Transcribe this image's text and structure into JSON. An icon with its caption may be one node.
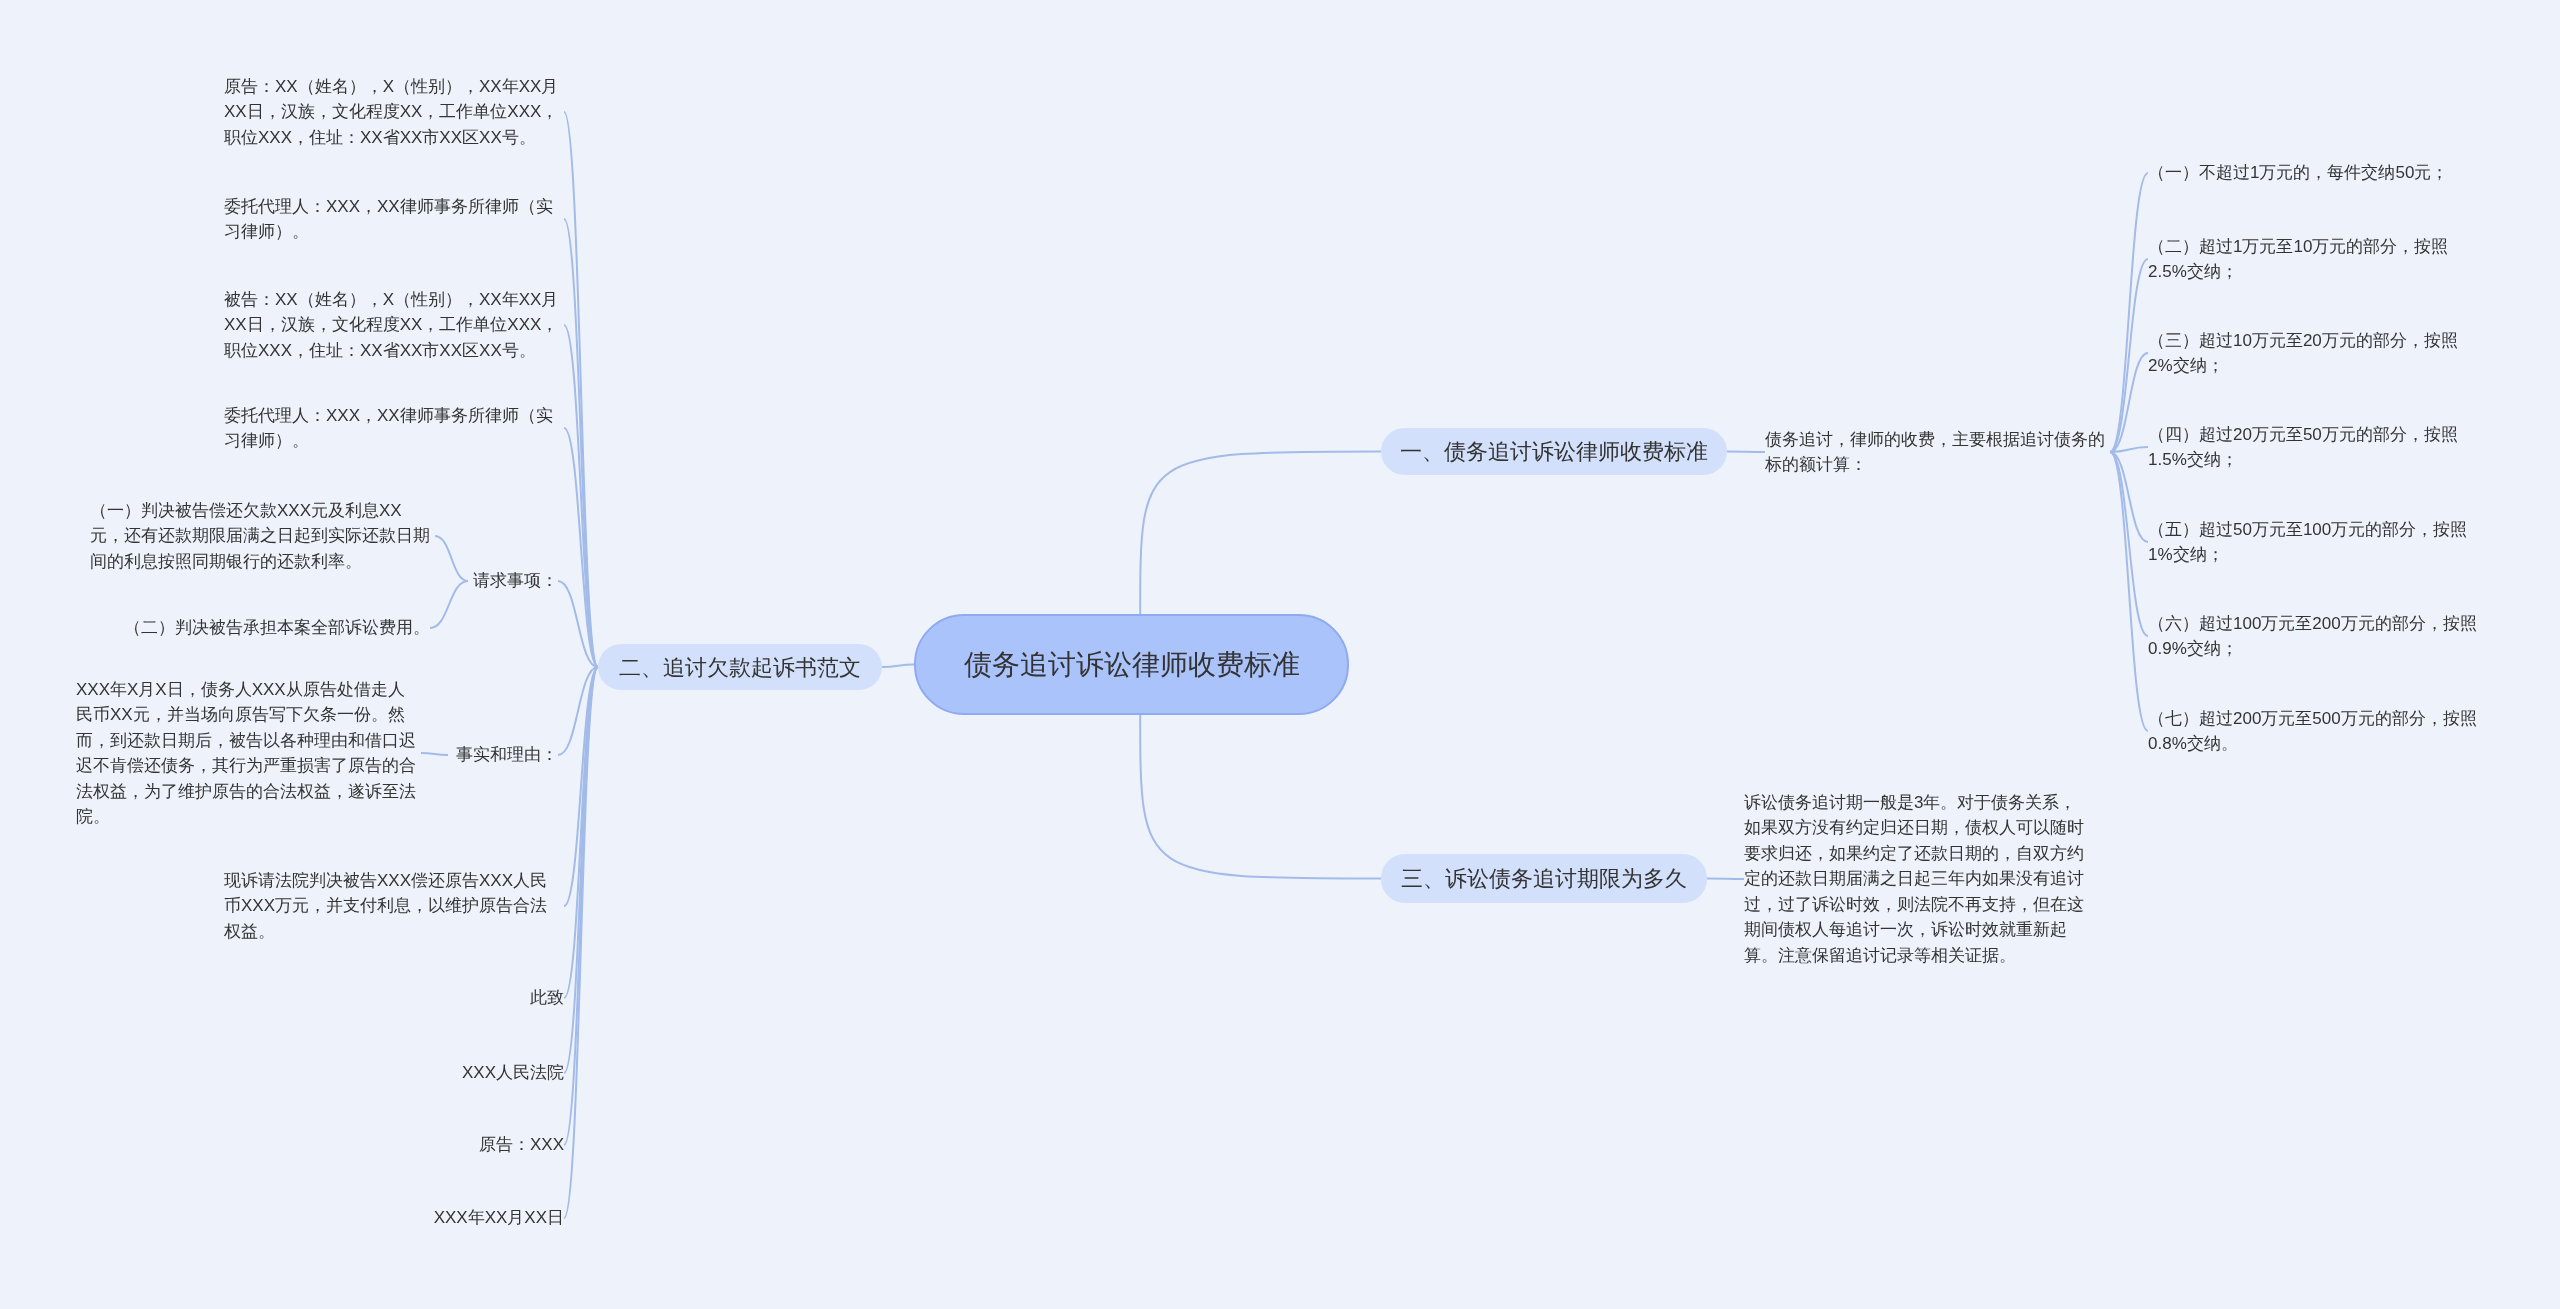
{
  "diagram": {
    "nodes": [
      {
        "text": [
          "债务追讨诉讼律师收费标准"
        ]
      },
      {
        "text": [
          "一、债务追讨诉讼律师收费标准"
        ]
      },
      {
        "text": [
          "债务追讨，律师的收费，主要根据追讨债务的标的额计算："
        ]
      },
      {
        "text": [
          "（一）不超过1万元的，每件交纳50元；"
        ]
      },
      {
        "text": [
          "（二）超过1万元至10万元的部分，按照2.5%交纳；"
        ]
      },
      {
        "text": [
          "（三）超过10万元至20万元的部分，按照2%交纳；"
        ]
      },
      {
        "text": [
          "（四）超过20万元至50万元的部分，按照1.5%交纳；"
        ]
      },
      {
        "text": [
          "（五）超过50万元至100万元的部分，按照1%交纳；"
        ]
      },
      {
        "text": [
          "（六）超过100万元至200万元的部分，按照0.9%交纳；"
        ]
      },
      {
        "text": [
          "（七）超过200万元至500万元的部分，按照0.8%交纳。"
        ]
      },
      {
        "text": [
          "二、追讨欠款起诉书范文"
        ]
      },
      {
        "text": [
          "原告：XX（姓名），X（性别），XX年XX月XX日，汉族，文化程度XX，工作单位XXX，职位XXX，住址：XX省XX市XX区XX号。"
        ]
      },
      {
        "text": [
          "委托代理人：XXX，XX律师事务所律师（实习律师）。"
        ]
      },
      {
        "text": [
          "被告：XX（姓名），X（性别），XX年XX月XX日，汉族，文化程度XX，工作单位XXX，职位XXX，住址：XX省XX市XX区XX号。"
        ]
      },
      {
        "text": [
          "委托代理人：XXX，XX律师事务所律师（实习律师）。"
        ]
      },
      {
        "text": [
          "请求事项："
        ]
      },
      {
        "text": [
          "（一）判决被告偿还欠款XXX元及利息XX元，还有还款期限届满之日起到实际还款日期间的利息按照同期银行的还款利率。"
        ]
      },
      {
        "text": [
          "（二）判决被告承担本案全部诉讼费用。"
        ]
      },
      {
        "text": [
          "事实和理由："
        ]
      },
      {
        "text": [
          "XXX年X月X日，债务人XXX从原告处借走人民币XX元，并当场向原告写下欠条一份。然而，到还款日期后，被告以各种理由和借口迟迟不肯偿还债务，其行为严重损害了原告的合法权益，为了维护原告的合法权益，遂诉至法院。"
        ]
      },
      {
        "text": [
          "现诉请法院判决被告XXX偿还原告XXX人民币XXX万元，并支付利息，以维护原告合法权益。"
        ]
      },
      {
        "text": [
          "此致"
        ]
      },
      {
        "text": [
          "XXX人民法院"
        ]
      },
      {
        "text": [
          "原告：XXX"
        ]
      },
      {
        "text": [
          "XXX年XX月XX日"
        ]
      },
      {
        "text": [
          "三、诉讼债务追讨期限为多久"
        ]
      },
      {
        "text": [
          "诉讼债务追讨期一般是3年。对于债务关系，如果双方没有约定归还日期，债权人可以随时要求归还，如果约定了还款日期的，自双方约定的还款日期届满之日起三年内如果没有追讨过，过了诉讼时效，则法院不再支持，但在这期间债权人每追讨一次，诉讼时效就重新起算。注意保留追讨记录等相关证据。"
        ]
      }
    ],
    "edges": [
      {
        "from": 0,
        "to": 1,
        "arrow": "none"
      },
      {
        "from": 1,
        "to": 2,
        "arrow": "none"
      },
      {
        "from": 2,
        "to": 3,
        "arrow": "none"
      },
      {
        "from": 2,
        "to": 4,
        "arrow": "none"
      },
      {
        "from": 2,
        "to": 5,
        "arrow": "none"
      },
      {
        "from": 2,
        "to": 6,
        "arrow": "none"
      },
      {
        "from": 2,
        "to": 7,
        "arrow": "none"
      },
      {
        "from": 2,
        "to": 8,
        "arrow": "none"
      },
      {
        "from": 2,
        "to": 9,
        "arrow": "none"
      },
      {
        "from": 0,
        "to": 10,
        "arrow": "none"
      },
      {
        "from": 10,
        "to": 11,
        "arrow": "none"
      },
      {
        "from": 10,
        "to": 12,
        "arrow": "none"
      },
      {
        "from": 10,
        "to": 13,
        "arrow": "none"
      },
      {
        "from": 10,
        "to": 14,
        "arrow": "none"
      },
      {
        "from": 10,
        "to": 15,
        "arrow": "none"
      },
      {
        "from": 15,
        "to": 16,
        "arrow": "none"
      },
      {
        "from": 15,
        "to": 17,
        "arrow": "none"
      },
      {
        "from": 10,
        "to": 18,
        "arrow": "none"
      },
      {
        "from": 18,
        "to": 19,
        "arrow": "none"
      },
      {
        "from": 10,
        "to": 20,
        "arrow": "none"
      },
      {
        "from": 10,
        "to": 21,
        "arrow": "none"
      },
      {
        "from": 10,
        "to": 22,
        "arrow": "none"
      },
      {
        "from": 10,
        "to": 23,
        "arrow": "none"
      },
      {
        "from": 10,
        "to": 24,
        "arrow": "none"
      },
      {
        "from": 0,
        "to": 25,
        "arrow": "none"
      },
      {
        "from": 25,
        "to": 26,
        "arrow": "none"
      }
    ]
  }
}
